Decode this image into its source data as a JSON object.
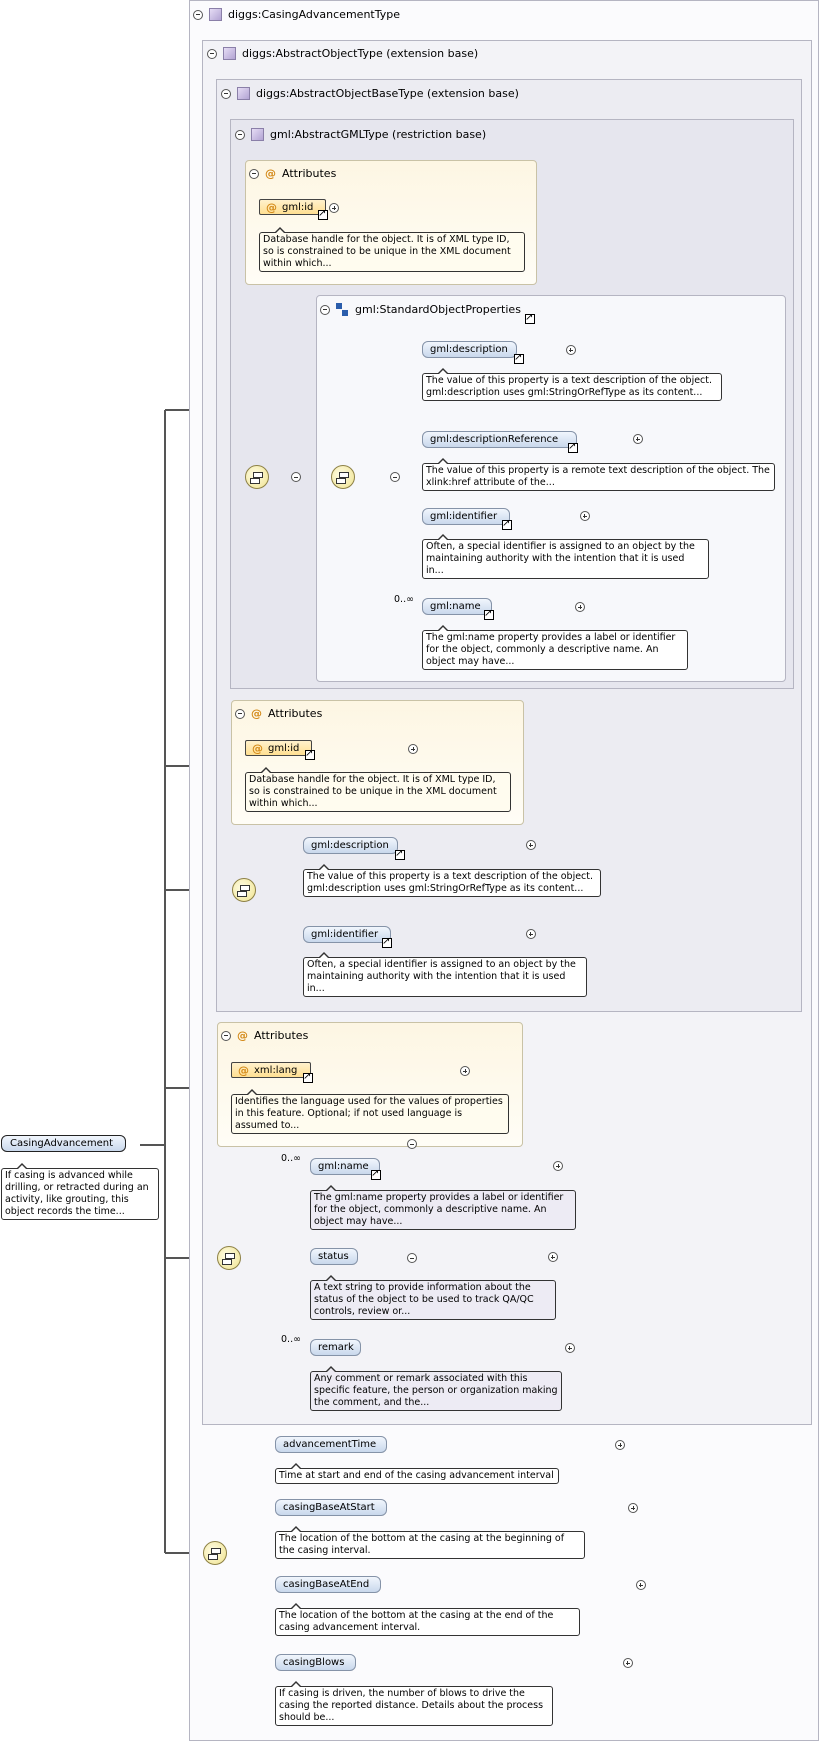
{
  "root": {
    "name": "CasingAdvancement",
    "doc": "If casing is advanced while drilling, or retracted during an activity, like grouting, this object records the time..."
  },
  "types": {
    "casing_advancement": "diggs:CasingAdvancementType",
    "abstract_object": "diggs:AbstractObjectType (extension base)",
    "abstract_object_base": "diggs:AbstractObjectBaseType (extension base)",
    "abstract_gml": "gml:AbstractGMLType (restriction base)"
  },
  "gml_type": {
    "attributes_label": "Attributes",
    "attr_name": "gml:id",
    "attr_doc": "Database handle for the object. It is of XML type ID, so is constrained to be unique in the XML document within which...",
    "group_name": "gml:StandardObjectProperties",
    "elements": [
      {
        "name": "gml:description",
        "card": "",
        "doc": "The value of this property is a text description of the object. gml:description uses gml:StringOrRefType as its content..."
      },
      {
        "name": "gml:descriptionReference",
        "card": "",
        "doc": "The value of this property is a remote text description of the object. The xlink:href attribute of the..."
      },
      {
        "name": "gml:identifier",
        "card": "",
        "doc": "Often, a special identifier is assigned to an object by the maintaining authority with the intention that it is used in..."
      },
      {
        "name": "gml:name",
        "card": "0..∞",
        "doc": "The gml:name property provides a label or identifier for the object, commonly a descriptive name. An object may have..."
      }
    ]
  },
  "base_type": {
    "attributes_label": "Attributes",
    "attr_name": "gml:id",
    "attr_doc": "Database handle for the object. It is of XML type ID, so is constrained to be unique in the XML document within which...",
    "elements": [
      {
        "name": "gml:description",
        "doc": "The value of this property is a text description of the object. gml:description uses gml:StringOrRefType as its content..."
      },
      {
        "name": "gml:identifier",
        "doc": "Often, a special identifier is assigned to an object by the maintaining authority with the intention that it is used in..."
      }
    ]
  },
  "object_type": {
    "attributes_label": "Attributes",
    "attr_name": "xml:lang",
    "attr_doc": "Identifies the language used for the values of properties in this feature. Optional; if not used language is assumed to...",
    "elements": [
      {
        "name": "gml:name",
        "card": "0..∞",
        "doc": "The gml:name property provides a label or identifier for the object, commonly a descriptive name. An object may have..."
      },
      {
        "name": "status",
        "card": "",
        "doc": "A text string to provide information about the status of the object to be used to track QA/QC controls, review or..."
      },
      {
        "name": "remark",
        "card": "0..∞",
        "doc": "Any comment or remark associated with this specific feature, the person or organization making the comment, and the..."
      }
    ]
  },
  "casing_elements": [
    {
      "name": "advancementTime",
      "doc": "Time at start and end of the casing advancement interval"
    },
    {
      "name": "casingBaseAtStart",
      "doc": "The location of the bottom at the casing at the beginning of the casing interval."
    },
    {
      "name": "casingBaseAtEnd",
      "doc": "The location of the bottom at the casing at the end of the casing advancement interval."
    },
    {
      "name": "casingBlows",
      "doc": "If casing is driven, the number of blows to drive the casing the reported distance. Details about the process should be..."
    }
  ],
  "colors": {
    "element_fill": "#c9d8ec",
    "attribute_fill": "#ffdf92",
    "sequence_fill": "#efe28d",
    "type_border": "#b5b5c2"
  }
}
